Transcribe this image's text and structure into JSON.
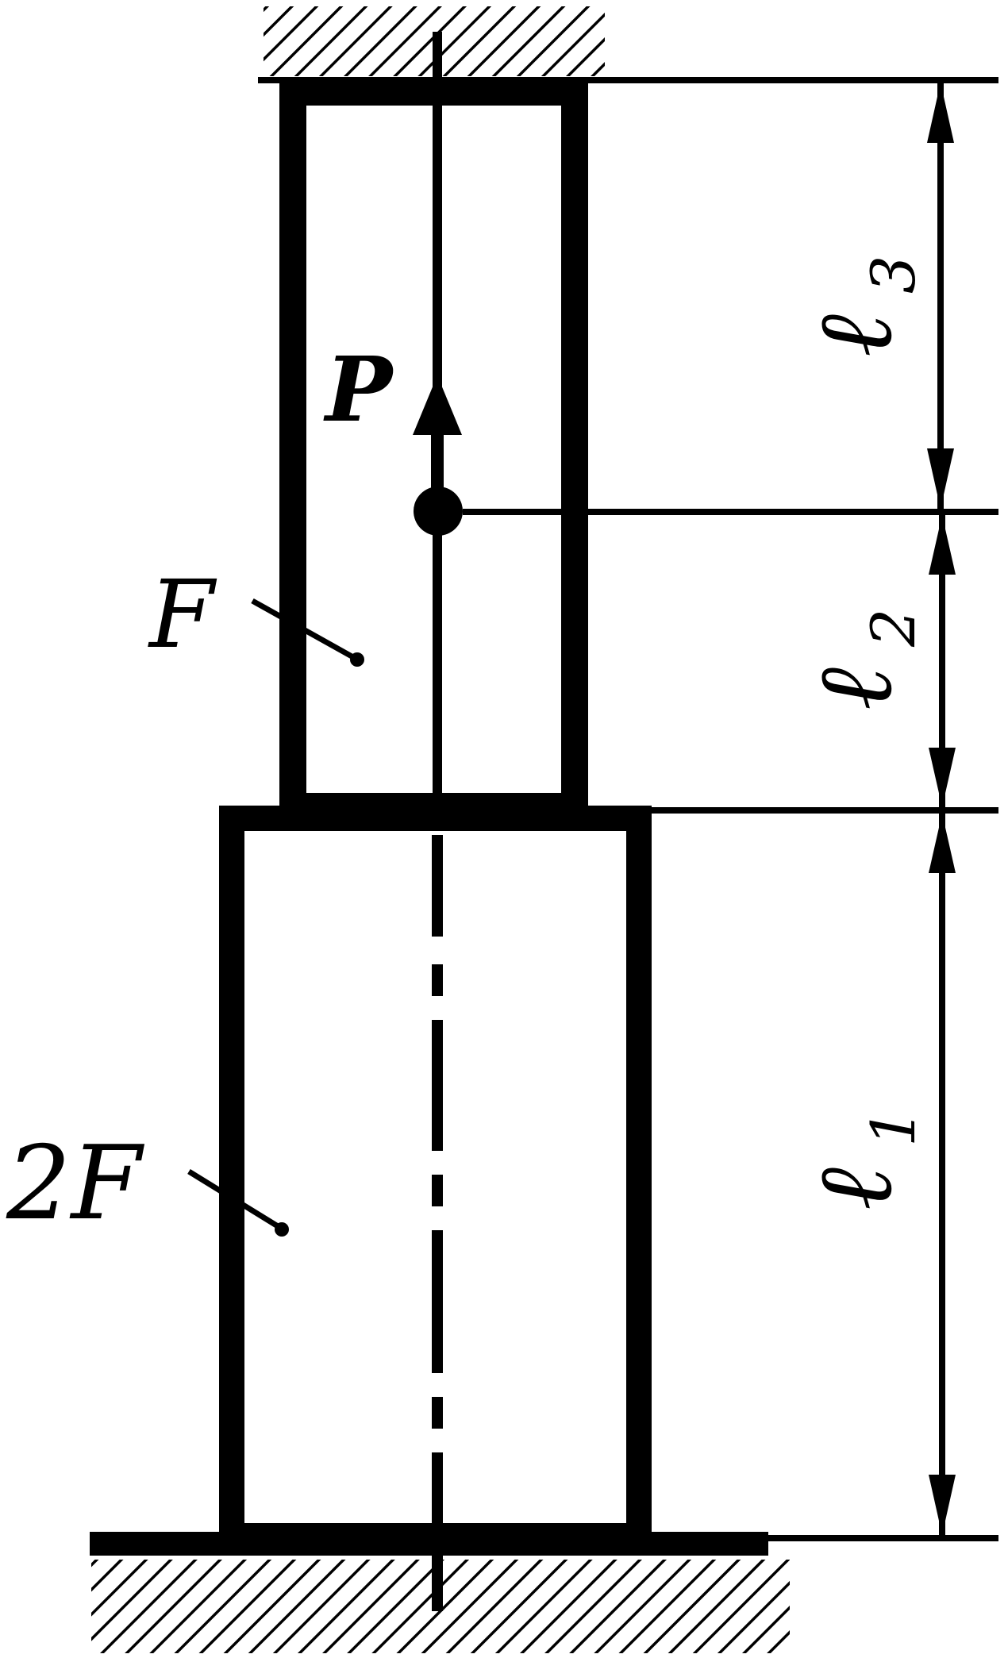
{
  "labels": {
    "force": "P",
    "area_upper": "F",
    "area_lower": "2F",
    "length_lower_base": "ℓ",
    "length_lower_sub": "1",
    "length_middle_base": "ℓ",
    "length_middle_sub": "2",
    "length_upper_base": "ℓ",
    "length_upper_sub": "3"
  },
  "colors": {
    "ink": "#000000",
    "paper": "#ffffff"
  },
  "supports": [
    "fixed-top-icon",
    "fixed-bottom-icon"
  ]
}
